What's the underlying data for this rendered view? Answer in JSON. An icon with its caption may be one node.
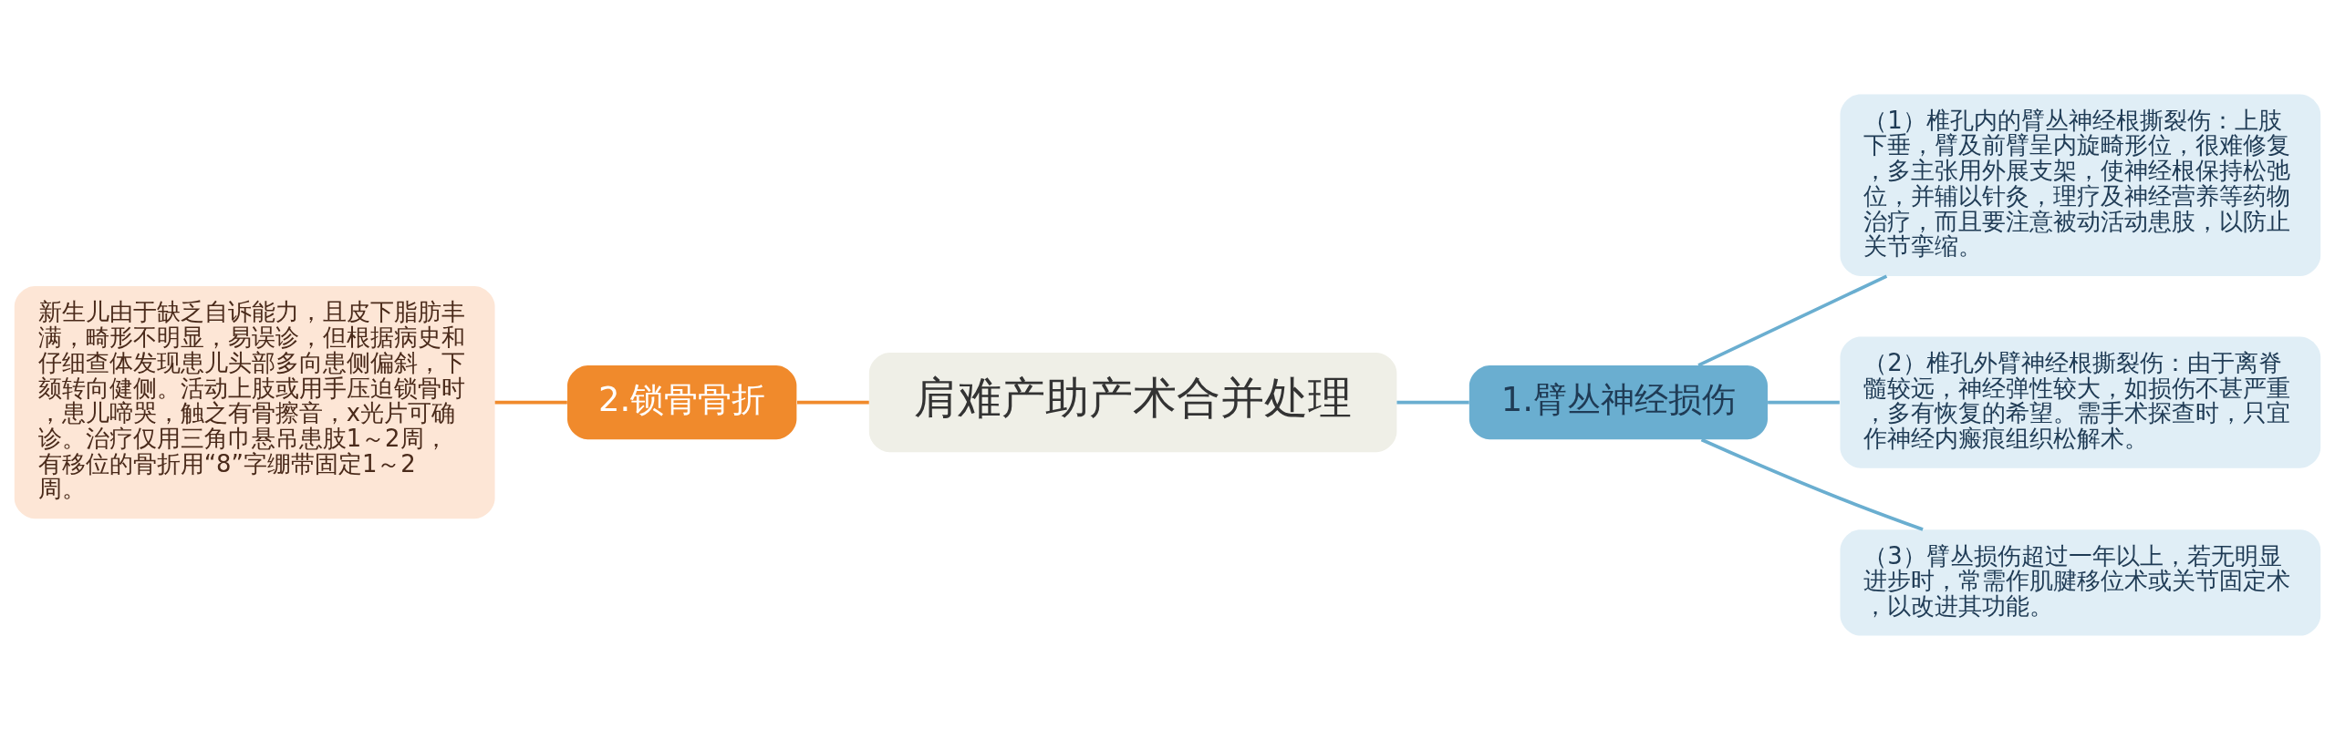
{
  "diagram": {
    "nodes": [
      {
        "text": [
          "肩难产助产术合并处理"
        ]
      },
      {
        "text": [
          "1.臂丛神经损伤"
        ]
      },
      {
        "text": [
          "（1）椎孔内的臂丛神经根撕裂伤：上肢下垂，臂及前臂呈内旋畸形位，很难修复，多主张用外展支架，使神经根保持松弛位，并辅以针灸，理疗及神经营养等药物治疗，而且要注意被动活动患肢，以防止关节挛缩。"
        ]
      },
      {
        "text": [
          "（2）椎孔外臂神经根撕裂伤：由于离脊髓较远，神经弹性较大，如损伤不甚严重，多有恢复的希望。需手术探查时，只宜作神经内瘢痕组织松解术。"
        ]
      },
      {
        "text": [
          "（3）臂丛损伤超过一年以上，若无明显进步时，常需作肌腱移位术或关节固定术，以改进其功能。"
        ]
      },
      {
        "text": [
          "2.锁骨骨折"
        ]
      },
      {
        "text": [
          "新生儿由于缺乏自诉能力，且皮下脂肪丰满，畸形不明显，易误诊，但根据病史和仔细查体发现患儿头部多向患侧偏斜，下颏转向健侧。活动上肢或用手压迫锁骨时，患儿啼哭，触之有骨擦音，x光片可确诊。治疗仅用三角巾悬吊患肢1～2周，有移位的骨折用“8”字绷带固定1～2周。"
        ]
      }
    ],
    "edges": [
      {
        "from": 0,
        "to": 1,
        "arrow": "none"
      },
      {
        "from": 1,
        "to": 2,
        "arrow": "none"
      },
      {
        "from": 1,
        "to": 3,
        "arrow": "none"
      },
      {
        "from": 1,
        "to": 4,
        "arrow": "none"
      },
      {
        "from": 0,
        "to": 5,
        "arrow": "none",
        "color": "#f08a2c"
      },
      {
        "from": 5,
        "to": 6,
        "arrow": "none",
        "color": "#f08a2c"
      }
    ]
  }
}
